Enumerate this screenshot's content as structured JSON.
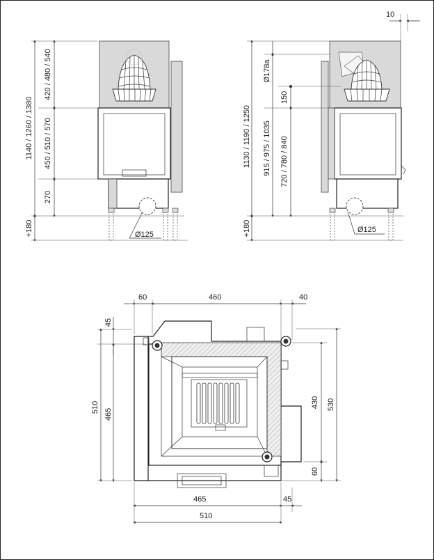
{
  "labels": {
    "top_right_10": "10",
    "front_h_total": "1140 / 1260 / 1380",
    "front_h_upper": "420 / 480 / 540",
    "front_h_mid": "450 / 510 / 570",
    "front_h_270": "270",
    "front_plus180": "+180",
    "front_flue": "Ø125",
    "side_h_total": "1130 / 1190 / 1250",
    "side_flue_top": "Ø178a",
    "side_h_915": "915 / 975 / 1035",
    "side_150": "150",
    "side_h_720": "720 / 780 / 840",
    "side_plus180": "+180",
    "side_flue": "Ø125",
    "plan_60_top": "60",
    "plan_460": "460",
    "plan_40": "40",
    "plan_45_left": "45",
    "plan_510_left": "510",
    "plan_465_left": "465",
    "plan_430": "430",
    "plan_530": "530",
    "plan_60_right": "60",
    "plan_465_bottom": "465",
    "plan_45_bottom": "45",
    "plan_510_bottom": "510"
  }
}
